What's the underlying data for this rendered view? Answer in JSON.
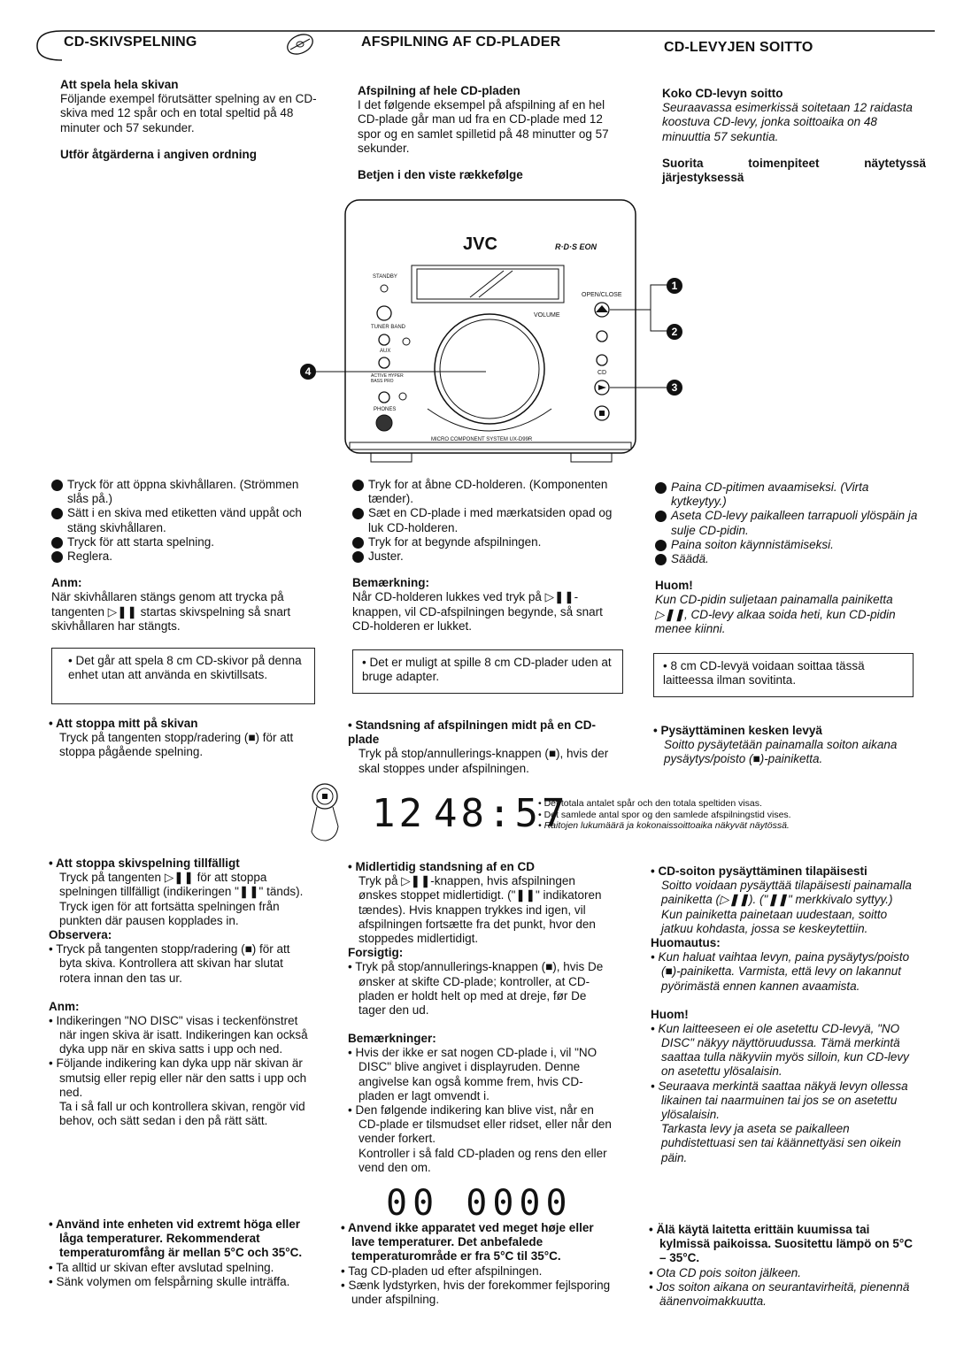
{
  "header": {
    "se": "CD-SKIVSPELNING",
    "dk": "AFSPILNING AF CD-PLADER",
    "fi": "CD-LEVYJEN SOITTO"
  },
  "se": {
    "play_title": "Att spela hela skivan",
    "play_text": "Följande exempel förutsätter spelning av en CD-skiva med 12 spår och en total speltid på 48 minuter och 57 sekunder.",
    "order_title": "Utför åtgärderna i angiven ordning",
    "steps": [
      "Tryck för att öppna skivhållaren. (Strömmen slås på.)",
      "Sätt i en skiva med etiketten vänd uppåt och stäng skivhållaren.",
      "Tryck för att starta spelning.",
      "Reglera."
    ],
    "note_title": "Anm:",
    "note_text": "När skivhållaren stängs genom att trycka på tangenten ▷❚❚ startas skivspelning så snart skivhållaren har stängts.",
    "box": "• Det går att spela 8 cm CD-skivor på denna enhet utan att använda en skivtillsats.",
    "stop_title": "• Att stoppa mitt på skivan",
    "stop_text": "Tryck på tangenten stopp/radering (■) för att stoppa pågående spelning.",
    "pause_title": "• Att stoppa skivspelning tillfälligt",
    "pause_text": "Tryck på tangenten ▷❚❚ för att stoppa spelningen tillfälligt (indikeringen \"❚❚\" tänds). Tryck igen för att fortsätta spelningen från punkten där pausen kopplades in.",
    "obs_title": "Observera:",
    "obs_text": "• Tryck på tangenten stopp/radering (■) för att byta skiva. Kontrollera att skivan har slutat rotera innan den tas ur.",
    "anm2_title": "Anm:",
    "anm2_b1": "• Indikeringen \"NO DISC\" visas i teckenfönstret när ingen skiva är isatt. Indikeringen kan också dyka upp när en skiva satts i upp och ned.",
    "anm2_b2": "• Följande indikering kan dyka upp när skivan är smutsig eller repig eller när den satts i upp och ned.",
    "anm2_b2b": "Ta i så fall ur och kontrollera skivan, rengör vid behov, och sätt sedan i den på rätt sätt.",
    "warn1": "• Använd inte enheten vid extremt höga eller låga temperaturer. Rekommenderat temperaturomfång är mellan 5°C och 35°C.",
    "warn2": "• Ta alltid ur skivan efter avslutad spelning.",
    "warn3": "• Sänk volymen om felspårning skulle inträffa."
  },
  "dk": {
    "play_title": "Afspilning af hele CD-pladen",
    "play_text": "I det følgende eksempel på afspilning af en hel CD-plade går man ud fra en CD-plade med 12 spor og en samlet spilletid på 48 minutter og 57 sekunder.",
    "order_title": "Betjen i den viste rækkefølge",
    "steps": [
      "Tryk for at åbne CD-holderen. (Komponenten tænder).",
      "Sæt en CD-plade i med mærkatsiden opad og luk CD-holderen.",
      "Tryk for at begynde afspilningen.",
      "Juster."
    ],
    "note_title": "Bemærkning:",
    "note_text": "Når CD-holderen lukkes ved tryk på ▷❚❚-knappen, vil CD-afspilningen begynde, så snart CD-holderen er lukket.",
    "box": "• Det er muligt at spille 8 cm CD-plader uden at bruge adapter.",
    "stop_title": "• Standsning af afspilningen midt på en CD-plade",
    "stop_text": "Tryk på stop/annullerings-knappen (■), hvis der skal stoppes under afspilningen.",
    "pause_title": "• Midlertidig standsning af en CD",
    "pause_text": "Tryk på ▷❚❚-knappen, hvis afspilningen ønskes stoppet midlertidigt. (\"❚❚\" indikatoren tændes). Hvis knappen trykkes ind igen, vil afspilningen fortsætte fra det punkt, hvor den stoppedes midlertidigt.",
    "obs_title": "Forsigtig:",
    "obs_text": "• Tryk på stop/annullerings-knappen (■), hvis De ønsker at skifte CD-plade; kontroller, at CD-pladen er holdt helt op med at dreje, før De tager den ud.",
    "anm2_title": "Bemærkninger:",
    "anm2_b1": "• Hvis der ikke er sat nogen CD-plade i, vil \"NO DISC\" blive angivet i displayruden. Denne angivelse kan også komme frem, hvis CD-pladen er lagt omvendt i.",
    "anm2_b2": "• Den følgende indikering kan blive vist, når en CD-plade er tilsmudset eller ridset, eller når den vender forkert.",
    "anm2_b2b": "Kontroller i så fald CD-pladen og rens den eller vend den om.",
    "warn1": "• Anvend ikke apparatet ved meget høje eller lave temperaturer. Det anbefalede temperaturområde er fra 5°C til 35°C.",
    "warn2": "• Tag CD-pladen ud efter afspilningen.",
    "warn3": "• Sænk lydstyrken, hvis der forekommer fejlsporing under afspilning."
  },
  "fi": {
    "play_title": "Koko CD-levyn soitto",
    "play_text": "Seuraavassa esimerkissä soitetaan 12 raidasta koostuva CD-levy, jonka soittoaika on 48 minuuttia 57 sekuntia.",
    "order_title": "Suorita toimenpiteet näytetyssä järjestyksessä",
    "steps": [
      "Paina CD-pitimen avaamiseksi. (Virta kytkeytyy.)",
      "Aseta CD-levy paikalleen tarrapuoli ylöspäin ja sulje CD-pidin.",
      "Paina soiton käynnistämiseksi.",
      "Säädä."
    ],
    "note_title": "Huom!",
    "note_text": "Kun CD-pidin suljetaan painamalla painiketta ▷❚❚, CD-levy alkaa soida heti, kun CD-pidin menee kiinni.",
    "box": "• 8 cm CD-levyä voidaan soittaa tässä laitteessa ilman sovitinta.",
    "stop_title": "• Pysäyttäminen kesken levyä",
    "stop_text": "Soitto pysäytetään painamalla soiton aikana pysäytys/poisto (■)-painiketta.",
    "pause_title": "• CD-soiton pysäyttäminen tilapäisesti",
    "pause_text": "Soitto voidaan pysäyttää tilapäisesti painamalla painiketta (▷❚❚). (\"❚❚\" merkkivalo syttyy.) Kun painiketta painetaan uudestaan, soitto jatkuu kohdasta, jossa se keskeytettiin.",
    "obs_title": "Huomautus:",
    "obs_text": "• Kun haluat vaihtaa levyn, paina pysäytys/poisto (■)-painiketta. Varmista, että levy on lakannut pyörimästä ennen kannen avaamista.",
    "anm2_title": "Huom!",
    "anm2_b1": "• Kun laitteeseen ei ole asetettu CD-levyä, \"NO DISC\" näkyy näyttöruudussa. Tämä merkintä saattaa tulla näkyviin myös silloin, kun CD-levy on asetettu ylösalaisin.",
    "anm2_b2": "• Seuraava merkintä saattaa näkyä levyn ollessa likainen tai naarmuinen tai jos se on asetettu ylösalaisin.",
    "anm2_b2b": "Tarkasta levy ja aseta se paikalleen puhdistettuasi sen tai käännettyäsi sen oikein päin.",
    "warn1": "• Älä käytä laitetta erittäin kuumissa tai kylmissä paikoissa. Suositettu lämpö on 5°C – 35°C.",
    "warn2": "• Ota CD pois soiton jälkeen.",
    "warn3": "• Jos soiton aikana on seurantavirheitä, pienennä äänenvoimakkuutta."
  },
  "device": {
    "brand": "JVC",
    "rds": "R·D·S EON",
    "standby": "STANDBY",
    "tuner": "TUNER BAND",
    "aux": "AUX",
    "bass": "ACTIVE HYPER BASS PRO",
    "phones": "PHONES",
    "open_close": "OPEN/CLOSE",
    "volume": "VOLUME",
    "cd": "CD",
    "model": "MICRO COMPONENT SYSTEM UX-D99R",
    "callouts": [
      "1",
      "2",
      "3",
      "4"
    ]
  },
  "display": {
    "track": "12",
    "time": "48:57",
    "legend": [
      "• Det totala antalet spår och den totala speltiden visas.",
      "• Det samlede antal spor og den samlede afspilningstid vises.",
      "• Raitojen lukumäärä ja kokonaissoittoaika näkyvät näytössä."
    ],
    "error": "00 0000"
  }
}
